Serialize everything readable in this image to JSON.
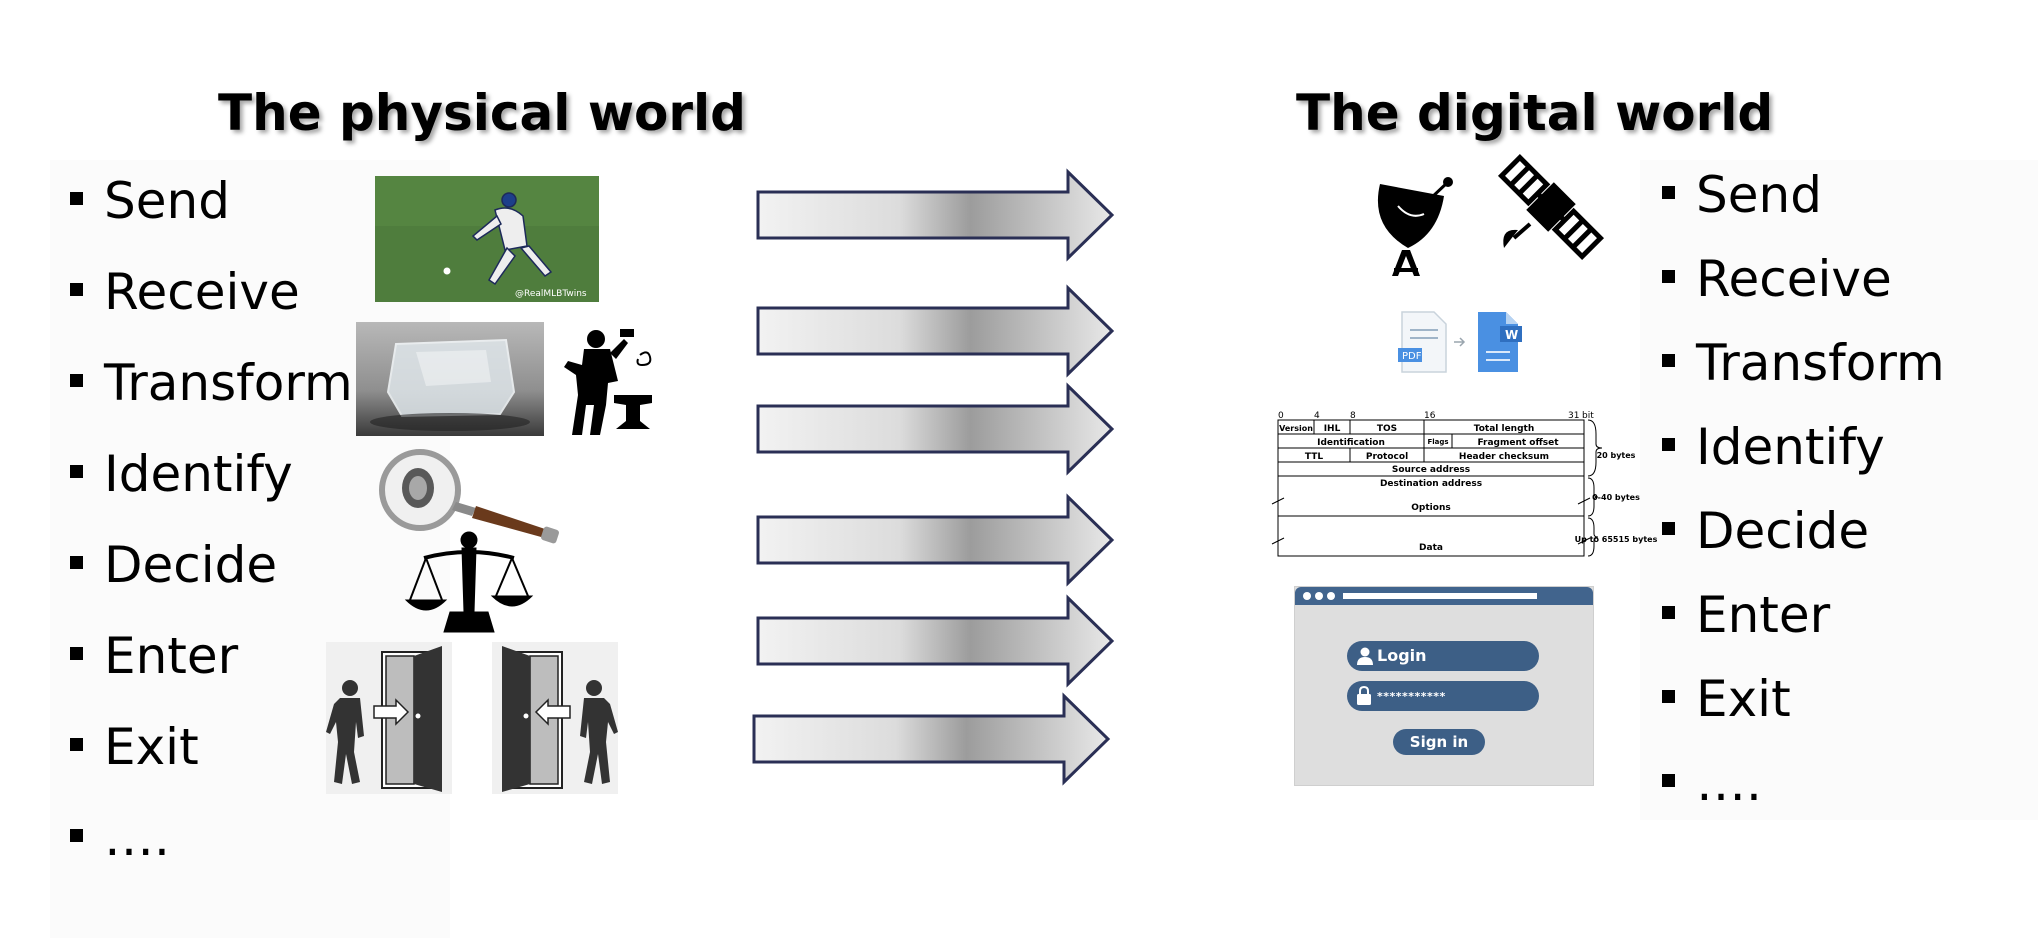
{
  "physical": {
    "heading": "The physical world",
    "items": [
      "Send",
      "Receive",
      "Transform",
      "Identify",
      "Decide",
      "Enter",
      "Exit",
      "…."
    ]
  },
  "digital": {
    "heading": "The digital world",
    "items": [
      "Send",
      "Receive",
      "Transform",
      "Identify",
      "Decide",
      "Enter",
      "Exit",
      "…."
    ]
  },
  "ip_header": {
    "bit_labels": [
      "0",
      "4",
      "8",
      "16",
      "31"
    ],
    "bit_suffix": "bit",
    "rows": [
      [
        "Version",
        "IHL",
        "TOS",
        "Total length"
      ],
      [
        "Identification",
        "Flags",
        "Fragment offset"
      ],
      [
        "TTL",
        "Protocol",
        "Header checksum"
      ],
      [
        "Source address"
      ],
      [
        "Destination address"
      ],
      [
        "Options"
      ],
      [
        "Data"
      ]
    ],
    "brace_labels": [
      "20 bytes",
      "0-40 bytes",
      "Up to 65515 bytes"
    ]
  },
  "conversion_icon": {
    "from": "PDF",
    "to": "W"
  },
  "login_form": {
    "login_label": "Login",
    "password_mask": "***********",
    "signin_label": "Sign in"
  },
  "photo_watermark": "@RealMLBTwins",
  "colors": {
    "form_blue": "#3d5f86",
    "form_bg": "#dedede",
    "form_bar": "#41648d",
    "doc_blue": "#4a90e2",
    "pdf_red": "#4a90e2"
  }
}
